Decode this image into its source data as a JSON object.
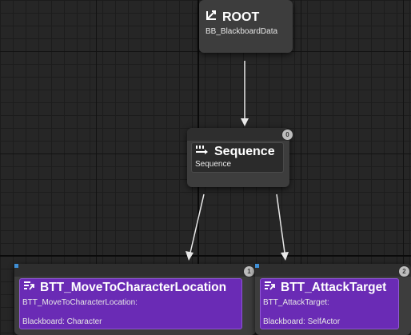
{
  "graph": {
    "root": {
      "title": "ROOT",
      "subtitle": "BB_BlackboardData",
      "icon": "root-icon"
    },
    "sequence": {
      "title": "Sequence",
      "subtitle": "Sequence",
      "icon": "sequence-icon",
      "index": "0"
    },
    "tasks": [
      {
        "title": "BTT_MoveToCharacterLocation",
        "subtitle": "BTT_MoveToCharacterLocation:",
        "blackboard": "Blackboard: Character",
        "icon": "task-icon",
        "index": "1"
      },
      {
        "title": "BTT_AttackTarget",
        "subtitle": "BTT_AttackTarget:",
        "blackboard": "Blackboard: SelfActor",
        "icon": "task-icon",
        "index": "2"
      }
    ]
  },
  "colors": {
    "canvas": "#262626",
    "node": "#3d3d3d",
    "task_fill": "#6a2bb5",
    "task_border": "#8f55d6",
    "wire": "#e8e8e8",
    "badge": "#bdbdbd"
  }
}
